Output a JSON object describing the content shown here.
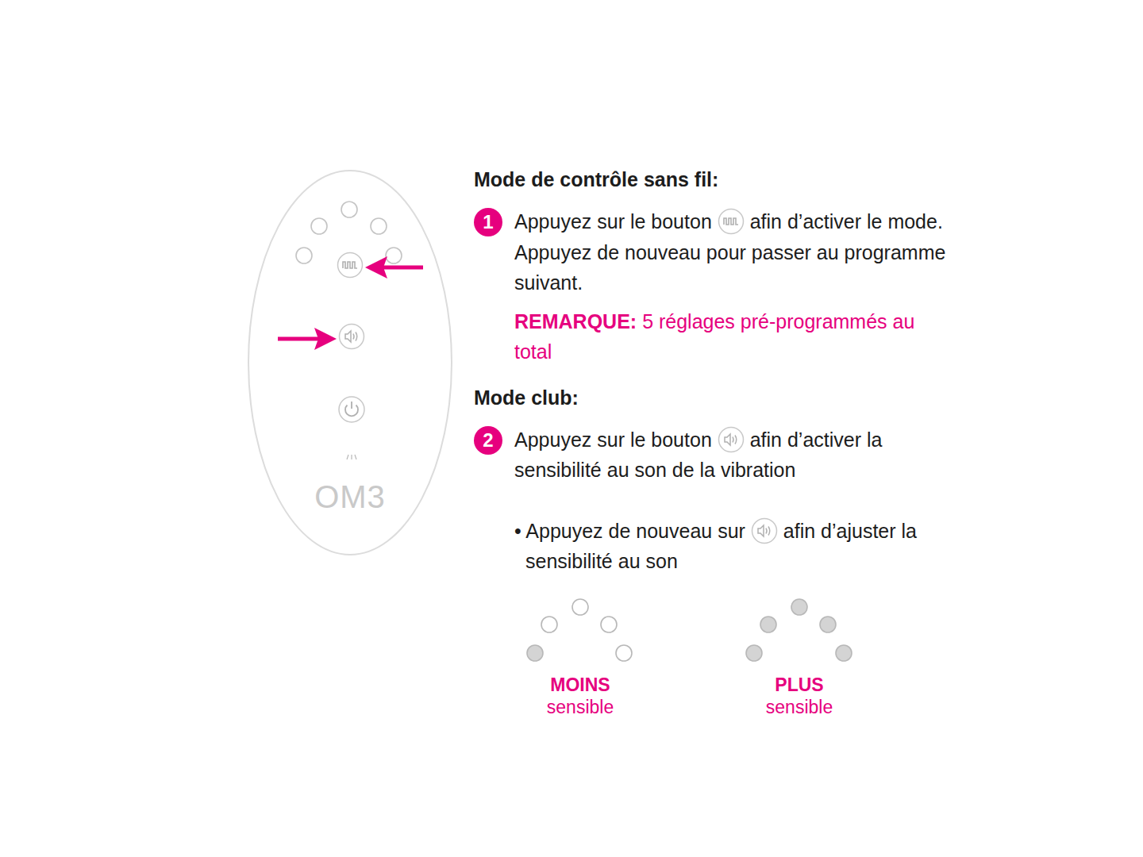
{
  "diagram": {
    "nodes": [
      {
        "text": [
          "1"
        ]
      },
      {
        "text": [
          "2"
        ]
      }
    ],
    "labels": [
      "Mode de contrôle sans fil:",
      "Appuyez sur le bouton",
      "afin d’activer le mode. Appuyez de nouveau pour passer au programme suivant.",
      "REMARQUE:",
      "5 réglages pré-programmés au total",
      "Mode club:",
      "Appuyez sur le bouton",
      "afin d’activer la sensibilité au son de la vibration",
      "• Appuyez de nouveau sur",
      "afin d’ajuster la sensibilité au son",
      "MOINS",
      "sensible",
      "PLUS",
      "sensible",
      "OM3"
    ]
  }
}
